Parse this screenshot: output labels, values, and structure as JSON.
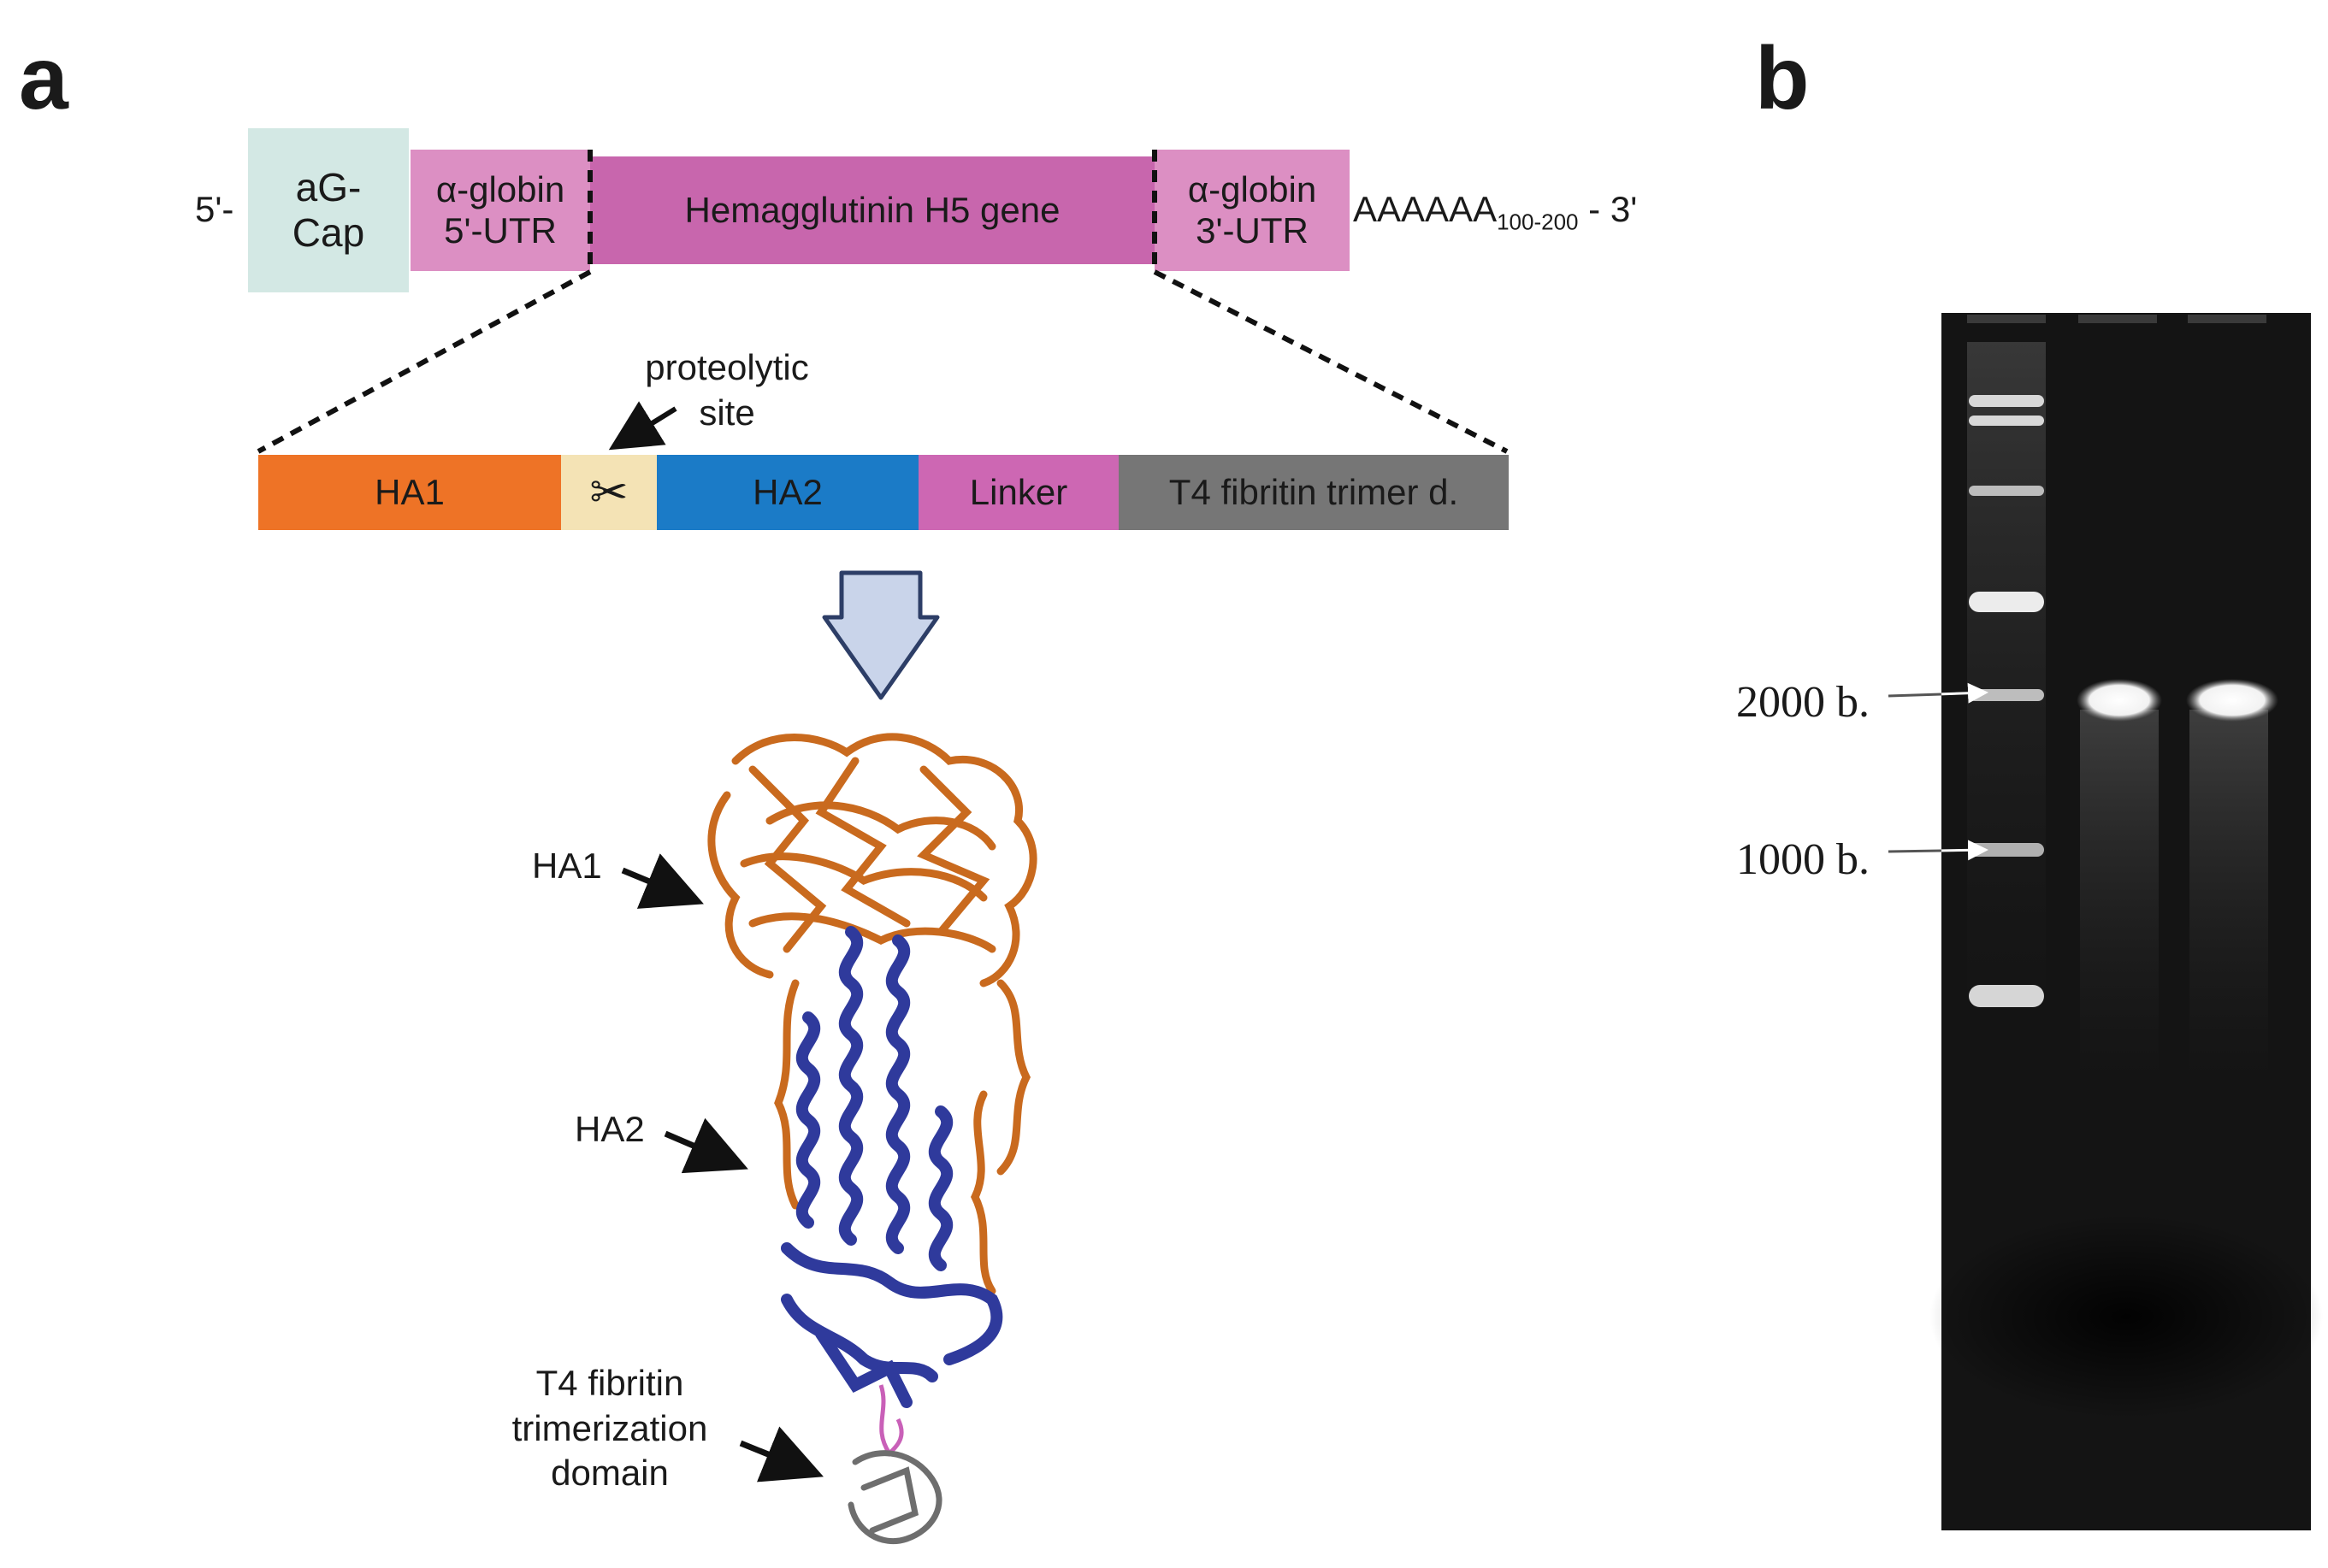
{
  "panels": {
    "a": "a",
    "b": "b"
  },
  "mrna": {
    "five_prime": "5'-",
    "cap_line1": "aG-",
    "cap_line2": "Cap",
    "utr5_line1": "α-globin",
    "utr5_line2": "5'-UTR",
    "gene": "Hemagglutinin H5 gene",
    "utr3_line1": "α-globin",
    "utr3_line2": "3'-UTR",
    "polya": "AAAAAA",
    "polya_sub": "100-200",
    "three_prime": " - 3'"
  },
  "construct": {
    "ha1": "HA1",
    "site_line1": "proteolytic",
    "site_line2": "site",
    "ha2": "HA2",
    "linker": "Linker",
    "t4": "T4 fibritin trimer d."
  },
  "structure": {
    "ha1": "HA1",
    "ha2": "HA2",
    "t4_line1": "T4 fibritin",
    "t4_line2": "trimerization",
    "t4_line3": "domain"
  },
  "gel": {
    "marker_2000": "2000 b.",
    "marker_1000": "1000 b."
  },
  "colors": {
    "cap": "#d3e8e4",
    "utr": "#dc8fc3",
    "gene": "#c866ad",
    "ha1": "#ee7326",
    "site": "#f4e3b5",
    "ha2": "#1b7bc7",
    "linker": "#cd67b3",
    "t4": "#767676",
    "arrow_fill": "#c9d4ea",
    "arrow_stroke": "#2d3e67",
    "protein_orange": "#c96a1e",
    "protein_blue": "#2f3a9c",
    "gel_bg": "#141414"
  }
}
